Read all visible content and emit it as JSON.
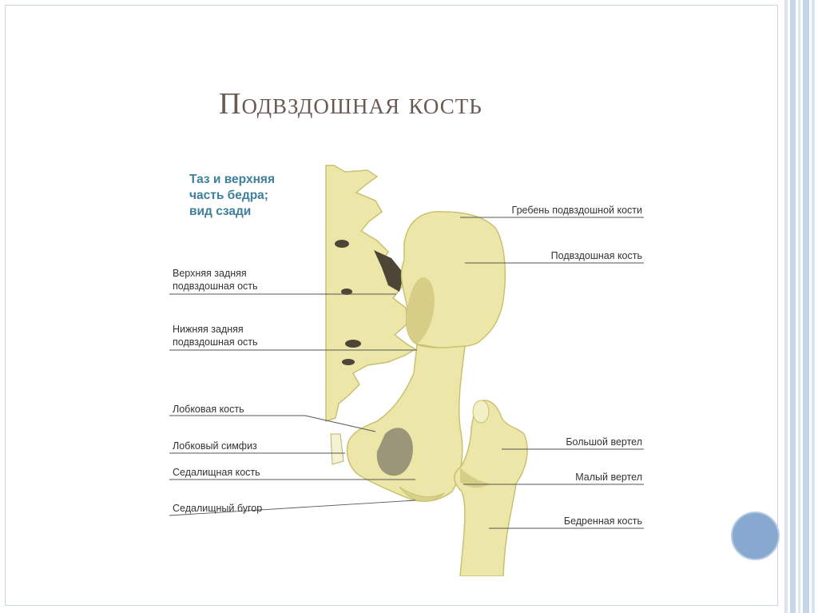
{
  "slide": {
    "title": "Подвздошная кость"
  },
  "figure": {
    "title_lines": [
      "Таз и верхняя",
      "часть бедра;",
      "вид сзади"
    ],
    "labels_left": [
      {
        "line1": "Верхняя задняя",
        "line2": "подвздошная ость"
      },
      {
        "line1": "Нижняя задняя",
        "line2": "подвздошная ость"
      },
      {
        "line1": "Лобковая кость"
      },
      {
        "line1": "Лобковый симфиз"
      },
      {
        "line1": "Седалищная кость"
      },
      {
        "line1": "Седалищный бугор"
      }
    ],
    "labels_right": [
      "Гребень подвздошной кости",
      "Подвздошная кость",
      "Большой вертел",
      "Малый вертел",
      "Бедренная кость"
    ],
    "colors": {
      "bone": "#ece7a8",
      "bone_shadow": "#c9c170",
      "title_blue": "#3e7f9c",
      "accent_circle": "#87a9cf",
      "stripes": "#c6d6ea"
    }
  }
}
